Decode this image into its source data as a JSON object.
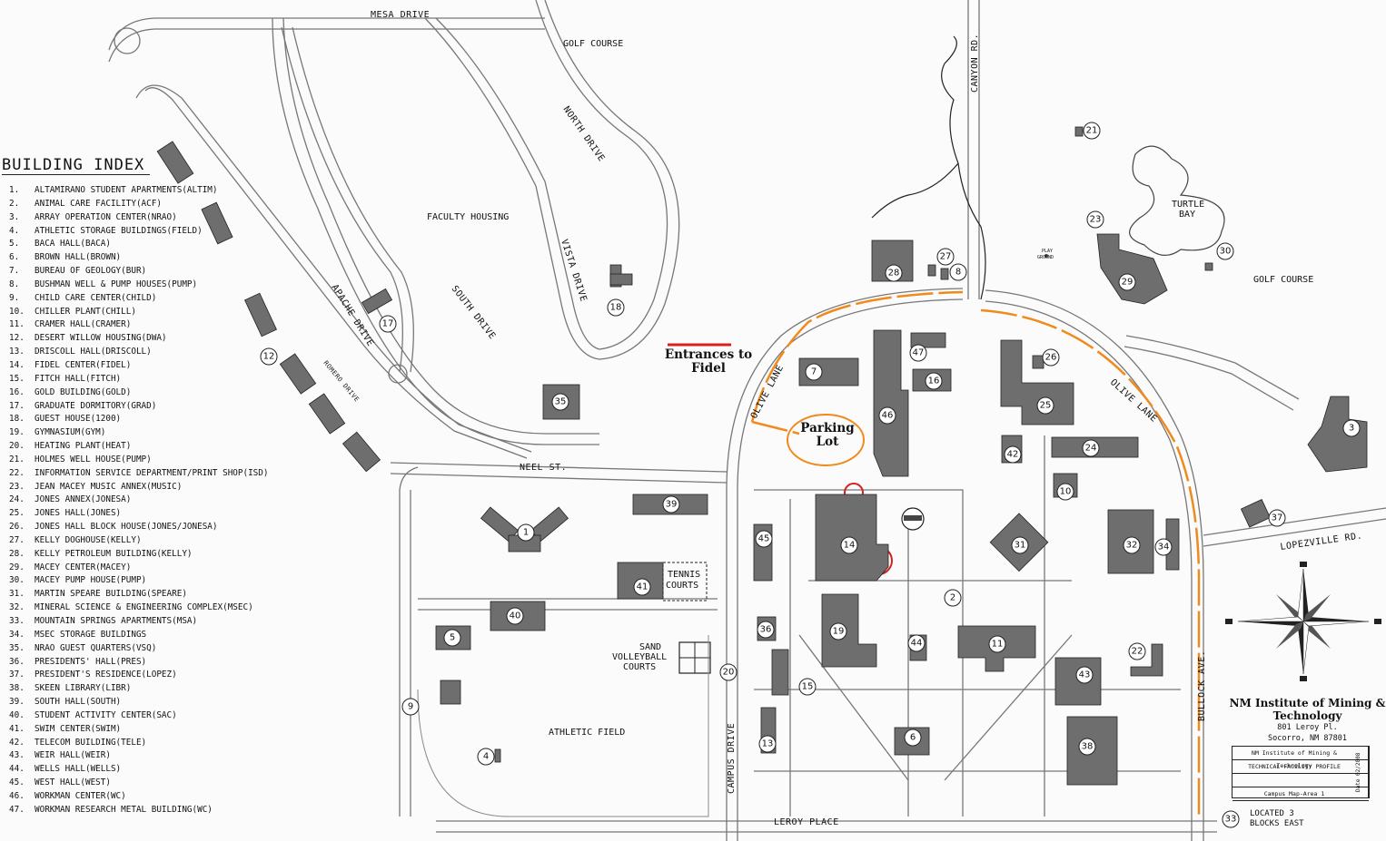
{
  "index": {
    "title": "BUILDING INDEX",
    "items": [
      {
        "n": "1.",
        "label": "ALTAMIRANO STUDENT APARTMENTS(ALTIM)"
      },
      {
        "n": "2.",
        "label": "ANIMAL CARE FACILITY(ACF)"
      },
      {
        "n": "3.",
        "label": "ARRAY OPERATION CENTER(NRAO)"
      },
      {
        "n": "4.",
        "label": "ATHLETIC STORAGE BUILDINGS(FIELD)"
      },
      {
        "n": "5.",
        "label": "BACA HALL(BACA)"
      },
      {
        "n": "6.",
        "label": "BROWN HALL(BROWN)"
      },
      {
        "n": "7.",
        "label": "BUREAU OF GEOLOGY(BUR)"
      },
      {
        "n": "8.",
        "label": "BUSHMAN WELL & PUMP HOUSES(PUMP)"
      },
      {
        "n": "9.",
        "label": "CHILD CARE CENTER(CHILD)"
      },
      {
        "n": "10.",
        "label": "CHILLER PLANT(CHILL)"
      },
      {
        "n": "11.",
        "label": "CRAMER HALL(CRAMER)"
      },
      {
        "n": "12.",
        "label": "DESERT WILLOW HOUSING(DWA)"
      },
      {
        "n": "13.",
        "label": "DRISCOLL HALL(DRISCOLL)"
      },
      {
        "n": "14.",
        "label": "FIDEL CENTER(FIDEL)"
      },
      {
        "n": "15.",
        "label": "FITCH HALL(FITCH)"
      },
      {
        "n": "16.",
        "label": "GOLD BUILDING(GOLD)"
      },
      {
        "n": "17.",
        "label": "GRADUATE DORMITORY(GRAD)"
      },
      {
        "n": "18.",
        "label": "GUEST HOUSE(1200)"
      },
      {
        "n": "19.",
        "label": "GYMNASIUM(GYM)"
      },
      {
        "n": "20.",
        "label": "HEATING PLANT(HEAT)"
      },
      {
        "n": "21.",
        "label": "HOLMES WELL HOUSE(PUMP)"
      },
      {
        "n": "22.",
        "label": "INFORMATION SERVICE DEPARTMENT/PRINT SHOP(ISD)"
      },
      {
        "n": "23.",
        "label": "JEAN MACEY MUSIC ANNEX(MUSIC)"
      },
      {
        "n": "24.",
        "label": "JONES ANNEX(JONESA)"
      },
      {
        "n": "25.",
        "label": "JONES HALL(JONES)"
      },
      {
        "n": "26.",
        "label": "JONES HALL BLOCK HOUSE(JONES/JONESA)"
      },
      {
        "n": "27.",
        "label": "KELLY DOGHOUSE(KELLY)"
      },
      {
        "n": "28.",
        "label": "KELLY PETROLEUM BUILDING(KELLY)"
      },
      {
        "n": "29.",
        "label": "MACEY CENTER(MACEY)"
      },
      {
        "n": "30.",
        "label": "MACEY PUMP HOUSE(PUMP)"
      },
      {
        "n": "31.",
        "label": "MARTIN SPEARE BUILDING(SPEARE)"
      },
      {
        "n": "32.",
        "label": "MINERAL SCIENCE & ENGINEERING COMPLEX(MSEC)"
      },
      {
        "n": "33.",
        "label": "MOUNTAIN SPRINGS APARTMENTS(MSA)"
      },
      {
        "n": "34.",
        "label": "MSEC STORAGE BUILDINGS"
      },
      {
        "n": "35.",
        "label": "NRAO GUEST QUARTERS(VSQ)"
      },
      {
        "n": "36.",
        "label": "PRESIDENTS' HALL(PRES)"
      },
      {
        "n": "37.",
        "label": "PRESIDENT'S RESIDENCE(LOPEZ)"
      },
      {
        "n": "38.",
        "label": "SKEEN LIBRARY(LIBR)"
      },
      {
        "n": "39.",
        "label": "SOUTH HALL(SOUTH)"
      },
      {
        "n": "40.",
        "label": "STUDENT ACTIVITY CENTER(SAC)"
      },
      {
        "n": "41.",
        "label": "SWIM CENTER(SWIM)"
      },
      {
        "n": "42.",
        "label": "TELECOM BUILDING(TELE)"
      },
      {
        "n": "43.",
        "label": "WEIR HALL(WEIR)"
      },
      {
        "n": "44.",
        "label": "WELLS HALL(WELLS)"
      },
      {
        "n": "45.",
        "label": "WEST HALL(WEST)"
      },
      {
        "n": "46.",
        "label": "WORKMAN CENTER(WC)"
      },
      {
        "n": "47.",
        "label": "WORKMAN RESEARCH METAL BUILDING(WC)"
      }
    ]
  },
  "roads": {
    "mesa": "MESA DRIVE",
    "canyon": "CANYON RD.",
    "north": "NORTH DRIVE",
    "vista": "VISTA DRIVE",
    "south": "SOUTH DRIVE",
    "apache": "APACHE DRIVE",
    "romero": "ROMERO DRIVE",
    "neel": "NEEL ST.",
    "olive_w": "OLIVE LANE",
    "olive_e": "OLIVE LANE",
    "lopezville": "LOPEZVILLE RD.",
    "bullock": "BULLOCK AVE.",
    "campus": "CAMPUS DRIVE",
    "leroy": "LEROY PLACE"
  },
  "areas": {
    "golf_top": "GOLF COURSE",
    "golf_right": "GOLF COURSE",
    "faculty": "FACULTY HOUSING",
    "turtle_1": "TURTLE",
    "turtle_2": "BAY",
    "play_1": "PLAY",
    "play_2": "GROUND",
    "tennis_1": "TENNIS",
    "tennis_2": "COURTS",
    "sand_1": "SAND",
    "sand_2": "VOLLEYBALL",
    "sand_3": "COURTS",
    "athletic": "ATHLETIC FIELD"
  },
  "annotations": {
    "entrances_1": "Entrances to",
    "entrances_2": "Fidel",
    "parking_1": "Parking",
    "parking_2": "Lot"
  },
  "legend": {
    "institute": "NM Institute of Mining & Technology",
    "address_1": "801 Leroy Pl.",
    "address_2": "Socorro, NM 87801",
    "box_row1": "NM Institute of Mining & Technology",
    "box_row2": "TECHNICAL FACILITY PROFILE",
    "box_row3": "Campus Map-Area 1",
    "box_side": "Date 02/2008",
    "located_1": "LOCATED 3",
    "located_2": "BLOCKS EAST"
  },
  "building_numbers": {
    "b1": "1",
    "b2": "2",
    "b3": "3",
    "b4": "4",
    "b5": "5",
    "b6": "6",
    "b7": "7",
    "b8": "8",
    "b9": "9",
    "b10": "10",
    "b11": "11",
    "b12": "12",
    "b13": "13",
    "b14": "14",
    "b15": "15",
    "b16": "16",
    "b17": "17",
    "b18": "18",
    "b19": "19",
    "b20": "20",
    "b21": "21",
    "b22": "22",
    "b23": "23",
    "b24": "24",
    "b25": "25",
    "b26": "26",
    "b27": "27",
    "b28": "28",
    "b29": "29",
    "b30": "30",
    "b31": "31",
    "b32": "32",
    "b33": "33",
    "b34": "34",
    "b35": "35",
    "b36": "36",
    "b37": "37",
    "b38": "38",
    "b39": "39",
    "b40": "40",
    "b41": "41",
    "b42": "42",
    "b43": "43",
    "b44": "44",
    "b45": "45",
    "b46": "46",
    "b47": "47"
  },
  "colors": {
    "building": "#6e6e6e",
    "road_edge": "#777777",
    "route": "#f08a1c",
    "marker": "#d62020"
  }
}
